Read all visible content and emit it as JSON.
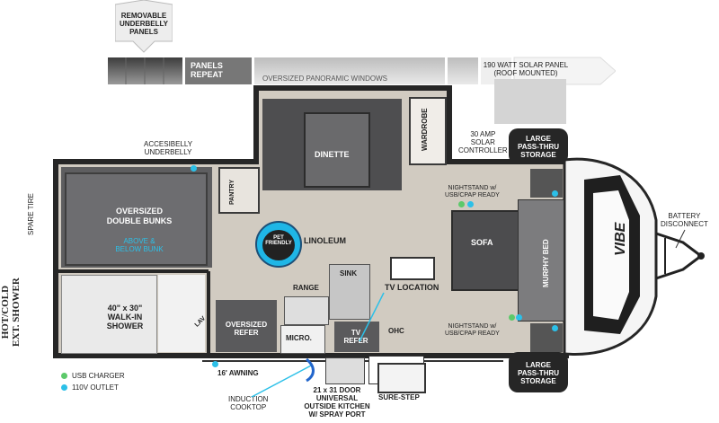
{
  "colors": {
    "usb": "#5cc96a",
    "outlet": "#2cc0e8",
    "wall": "#2a2a2a",
    "floor": "#c9c2b8",
    "dark_room": "#5b5b5d"
  },
  "top": {
    "underbelly": [
      "REMOVABLE",
      "UNDERBELLY",
      "PANELS"
    ],
    "panels_repeat": [
      "PANELS",
      "REPEAT"
    ],
    "windows": "OVERSIZED PANORAMIC WINDOWS",
    "solar": [
      "190 WATT SOLAR PANEL",
      "(ROOF MOUNTED)"
    ]
  },
  "labels": {
    "accessible_underbelly": [
      "ACCESIBELLY",
      "UNDERBELLY"
    ],
    "dinette": "DINETTE",
    "wardrobe": "WARDROBE",
    "solar_controller": [
      "30 AMP",
      "SOLAR",
      "CONTROLLER"
    ],
    "storage_top": [
      "LARGE",
      "PASS-THRU",
      "STORAGE"
    ],
    "storage_bottom": [
      "LARGE",
      "PASS-THRU",
      "STORAGE"
    ],
    "spare_tire": "SPARE TIRE",
    "pantry": "PANTRY",
    "bunks": [
      "OVERSIZED",
      "DOUBLE BUNKS"
    ],
    "above_below": [
      "ABOVE &",
      "BELOW BUNK"
    ],
    "pet": [
      "PET",
      "FRIENDLY"
    ],
    "linoleum": "LINOLEUM",
    "nightstand_top": [
      "NIGHTSTAND w/",
      "USB/CPAP READY"
    ],
    "nightstand_bottom": [
      "NIGHTSTAND w/",
      "USB/CPAP READY"
    ],
    "sofa": "SOFA",
    "murphy_bed": "MURPHY BED",
    "battery": [
      "BATTERY",
      "DISCONNECT"
    ],
    "ext_shower": [
      "HOT/COLD",
      "EXT. SHOWER"
    ],
    "shower": [
      "40\" x 30\"",
      "WALK-IN",
      "SHOWER"
    ],
    "lav": "LAV",
    "refer": [
      "OVERSIZED",
      "REFER"
    ],
    "range": "RANGE",
    "sink": "SINK",
    "tv_location": "TV LOCATION",
    "micro": "MICRO.",
    "tv_refer": [
      "TV",
      "REFER"
    ],
    "ohc": "OHC",
    "awning": "16' AWNING",
    "induction": [
      "INDUCTION",
      "COOKTOP"
    ],
    "outside_kitchen": [
      "21 x 31 DOOR",
      "UNIVERSAL",
      "OUTSIDE KITCHEN",
      "W/ SPRAY PORT"
    ],
    "sure_step": "SURE-STEP",
    "brand": "VIBE"
  },
  "legend": [
    {
      "label": "USB CHARGER",
      "color": "#5cc96a"
    },
    {
      "label": "110V OUTLET",
      "color": "#2cc0e8"
    }
  ]
}
